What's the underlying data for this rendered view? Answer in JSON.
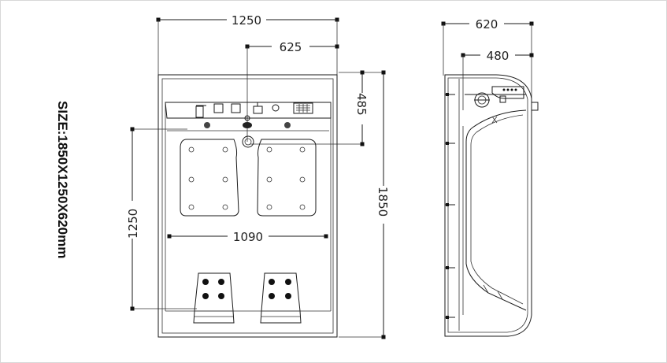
{
  "size_label": "SIZE:1850X1250X620mm",
  "front_view": {
    "width_dim": "1250",
    "half_width_dim": "625",
    "top_offset_dim": "485",
    "height_dim": "1850",
    "seat_height_dim": "1250",
    "inner_width_dim": "1090"
  },
  "side_view": {
    "depth_dim": "620",
    "inner_depth_dim": "480"
  }
}
